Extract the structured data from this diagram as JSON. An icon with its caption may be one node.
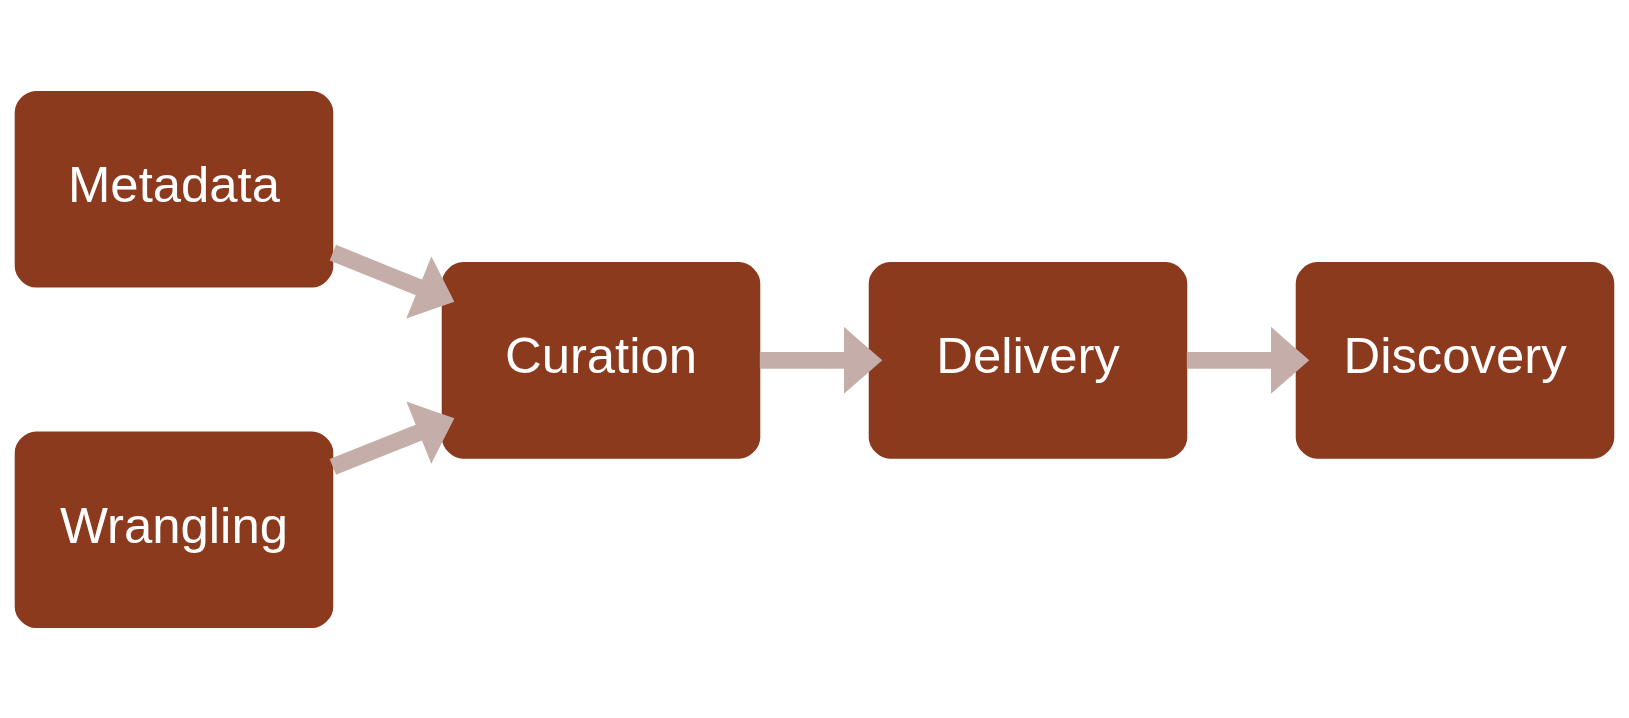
{
  "diagram": {
    "nodes": [
      {
        "text": [
          "Metadata"
        ]
      },
      {
        "text": [
          "Wrangling"
        ]
      },
      {
        "text": [
          "Curation"
        ]
      },
      {
        "text": [
          "Delivery"
        ]
      },
      {
        "text": [
          "Discovery"
        ]
      }
    ],
    "edges": [
      {
        "from": 0,
        "to": 2,
        "arrow": "to"
      },
      {
        "from": 1,
        "to": 2,
        "arrow": "to"
      },
      {
        "from": 2,
        "to": 3,
        "arrow": "to"
      },
      {
        "from": 3,
        "to": 4,
        "arrow": "to"
      }
    ]
  }
}
